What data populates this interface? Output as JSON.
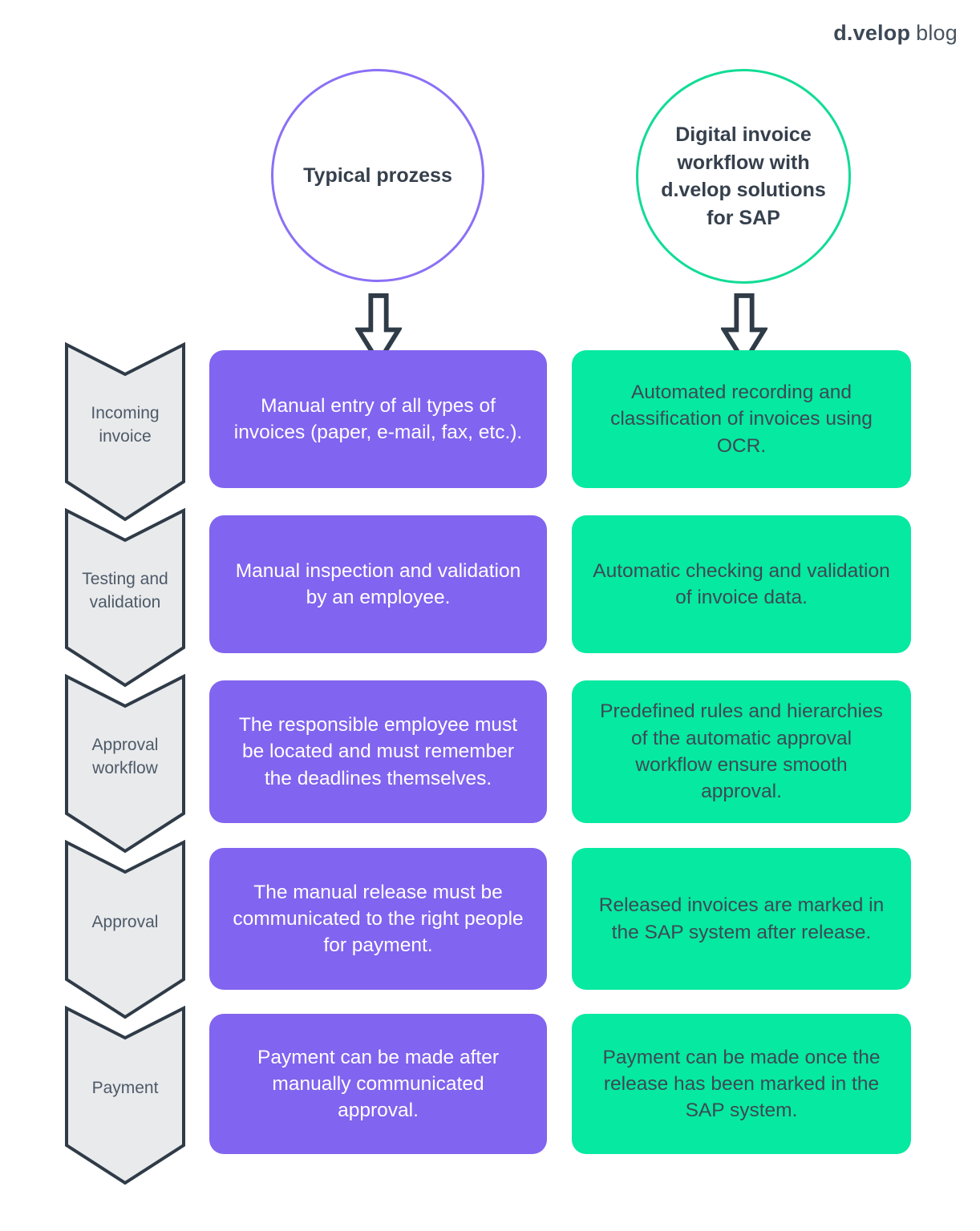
{
  "logo": {
    "brand": "d.velop",
    "suffix": "blog"
  },
  "columns": {
    "typical": {
      "title": "Typical prozess",
      "box_color": "#8164ef",
      "circle_border_color": "#8b70f5",
      "text_color": "#ffffff"
    },
    "digital": {
      "title": "Digital invoice workflow with d.velop solutions for SAP",
      "box_color": "#06e9a0",
      "circle_border_color": "#11dc95",
      "text_color": "#3c4a56"
    }
  },
  "icons": {
    "down_arrow": "down-arrow-outline",
    "stage_shape": "chevron-down-banner"
  },
  "stage_colors": {
    "chevron_fill": "#e9eaec",
    "chevron_stroke": "#2f3b47",
    "label_color": "#4d5a68"
  },
  "stages": [
    {
      "label": "Incoming invoice",
      "typical": "Manual entry of all types of invoices (paper, e-mail, fax, etc.).",
      "digital": "Automated recording and classification of invoices using OCR."
    },
    {
      "label": "Testing and validation",
      "typical": "Manual inspection and validation by an employee.",
      "digital": "Automatic checking and validation of invoice data."
    },
    {
      "label": "Approval workflow",
      "typical": "The responsible employee must be located and must remember the deadlines themselves.",
      "digital": "Predefined rules and hierarchies of the automatic approval workflow ensure smooth approval."
    },
    {
      "label": "Approval",
      "typical": "The manual release must be communicated to the right people for payment.",
      "digital": "Released invoices are marked in the SAP system after release."
    },
    {
      "label": "Payment",
      "typical": "Payment can be made after manually communicated approval.",
      "digital": "Payment can be made once the release has been marked in the SAP system."
    }
  ]
}
